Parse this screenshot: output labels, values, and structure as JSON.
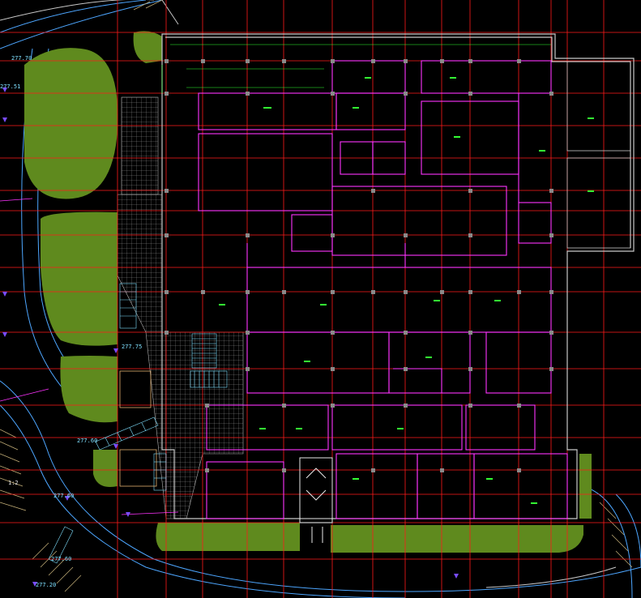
{
  "colors": {
    "background": "#000000",
    "grid": "#ff1a1a",
    "walls": "#ff33ff",
    "lawn": "#5f8a1e",
    "paving": "#b0b0b0",
    "road": "#4da6ff",
    "parking": "#c8b27a",
    "outline": "#c8c8c8",
    "annotation": "#33ff33"
  },
  "elevations": {
    "e1": "277.70",
    "e2": "277.51",
    "e3": "277.75",
    "e4": "277.60",
    "e5": "277.60",
    "e6": "277.60",
    "e7": "277.20"
  },
  "slope_note": "1:2"
}
